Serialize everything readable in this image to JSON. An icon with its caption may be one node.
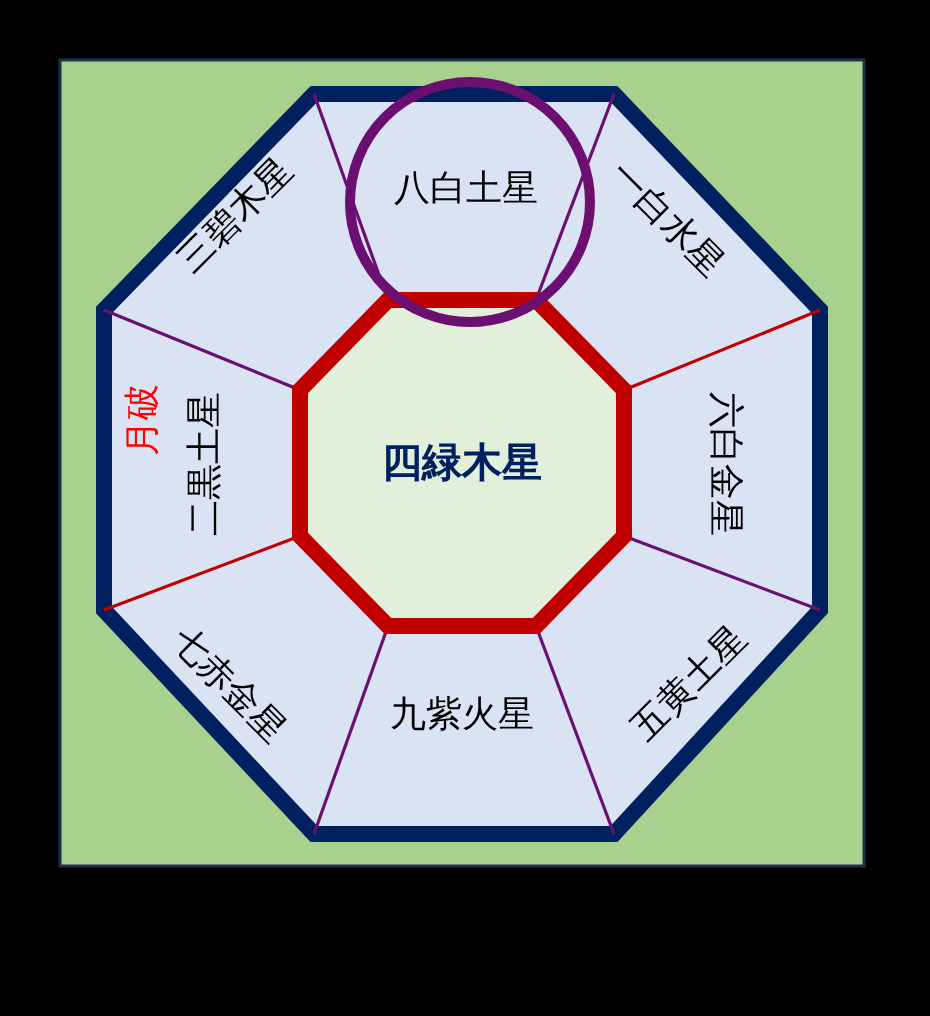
{
  "diagram": {
    "nodes": [
      {
        "text": [
          "三碧木星"
        ]
      },
      {
        "text": [
          "八白土星"
        ]
      },
      {
        "text": [
          "一白水星"
        ]
      },
      {
        "text": [
          "二黒土星"
        ],
        "beside": [
          "月破"
        ]
      },
      {
        "text": [
          "四緑木星"
        ]
      },
      {
        "text": [
          "六白金星"
        ]
      },
      {
        "text": [
          "七赤金星"
        ]
      },
      {
        "text": [
          "九紫火星"
        ]
      },
      {
        "text": [
          "五黄土星"
        ]
      }
    ]
  }
}
